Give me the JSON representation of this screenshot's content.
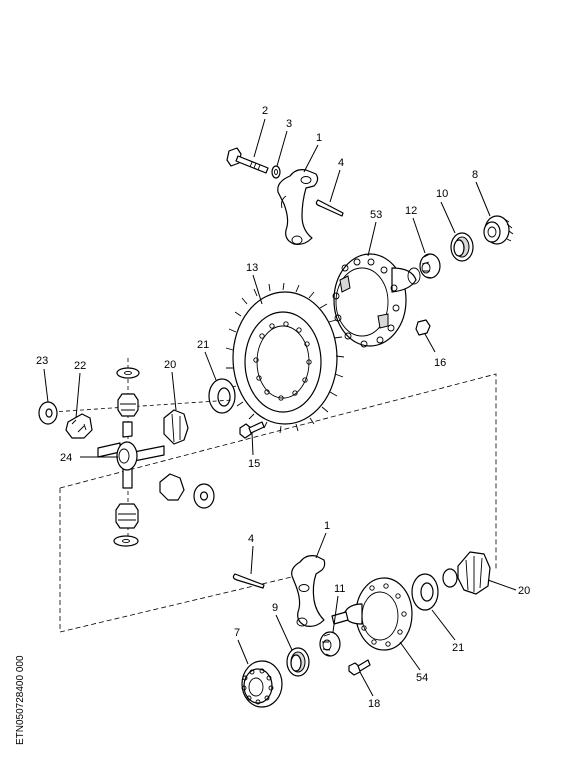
{
  "callouts": {
    "c1_top": "1",
    "c2": "2",
    "c3": "3",
    "c4_top": "4",
    "c8": "8",
    "c10": "10",
    "c12": "12",
    "c53": "53",
    "c13": "13",
    "c16": "16",
    "c21_top": "21",
    "c23": "23",
    "c22": "22",
    "c20_top": "20",
    "c24": "24",
    "c15": "15",
    "c1_bottom": "1",
    "c4_bottom": "4",
    "c20_bottom": "20",
    "c11": "11",
    "c9": "9",
    "c7": "7",
    "c21_bottom": "21",
    "c54": "54",
    "c18": "18"
  },
  "document_id": "ETN050728400  000",
  "colors": {
    "line": "#000000",
    "shade": "#d8d8d8",
    "background": "#ffffff"
  }
}
